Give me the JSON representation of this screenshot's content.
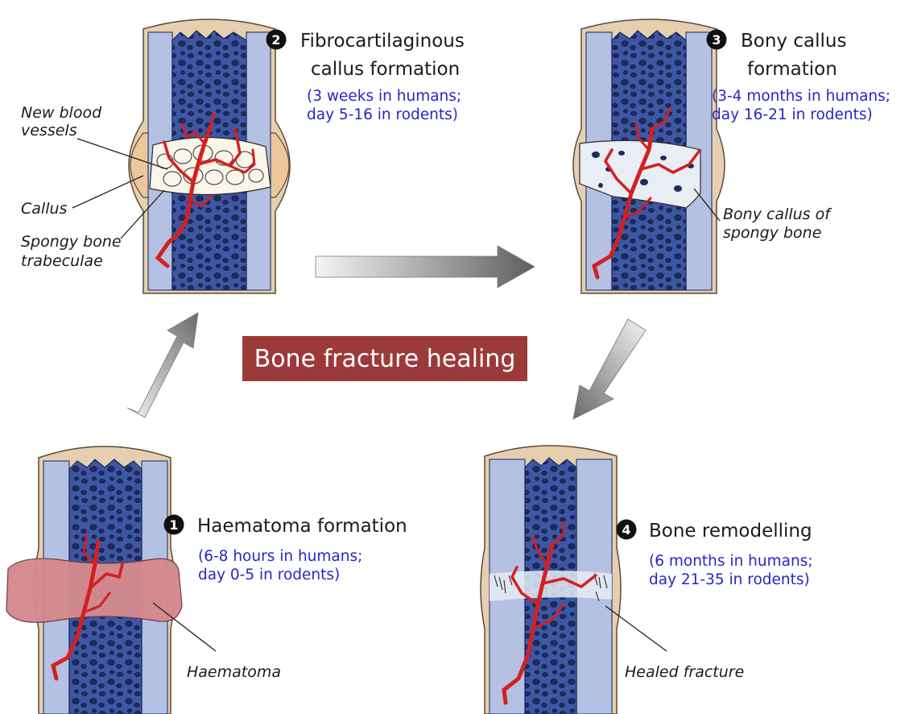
{
  "title": "Bone fracture healing",
  "colors": {
    "title_box": "#9c3a3a",
    "timing_text": "#2a24c8",
    "cortex": "#b4c1e2",
    "marrow": "#3e56a4",
    "vessel": "#d42020",
    "callus": "#edc79b",
    "haematoma": "#d48a8e"
  },
  "stages": [
    {
      "number": "1",
      "name_lines": [
        "Haematoma formation"
      ],
      "timing_lines": [
        "(6-8 hours in humans;",
        "day 0-5 in rodents)"
      ],
      "labels": [
        "Haematoma"
      ]
    },
    {
      "number": "2",
      "name_lines": [
        "Fibrocartilaginous",
        "callus formation"
      ],
      "timing_lines": [
        "(3 weeks in humans;",
        "day 5-16 in rodents)"
      ],
      "labels": [
        "New blood",
        "vessels",
        "Callus",
        "Spongy bone",
        "trabeculae"
      ]
    },
    {
      "number": "3",
      "name_lines": [
        "Bony callus",
        "formation"
      ],
      "timing_lines": [
        "(3-4 months in humans;",
        "day 16-21 in rodents)"
      ],
      "labels": [
        "Bony callus of",
        "spongy bone"
      ]
    },
    {
      "number": "4",
      "name_lines": [
        "Bone remodelling"
      ],
      "timing_lines": [
        "(6 months in humans;",
        "day 21-35 in rodents)"
      ],
      "labels": [
        "Healed fracture"
      ]
    }
  ],
  "arrows": [
    "stage-1-to-2",
    "stage-2-to-3",
    "stage-3-to-4"
  ]
}
